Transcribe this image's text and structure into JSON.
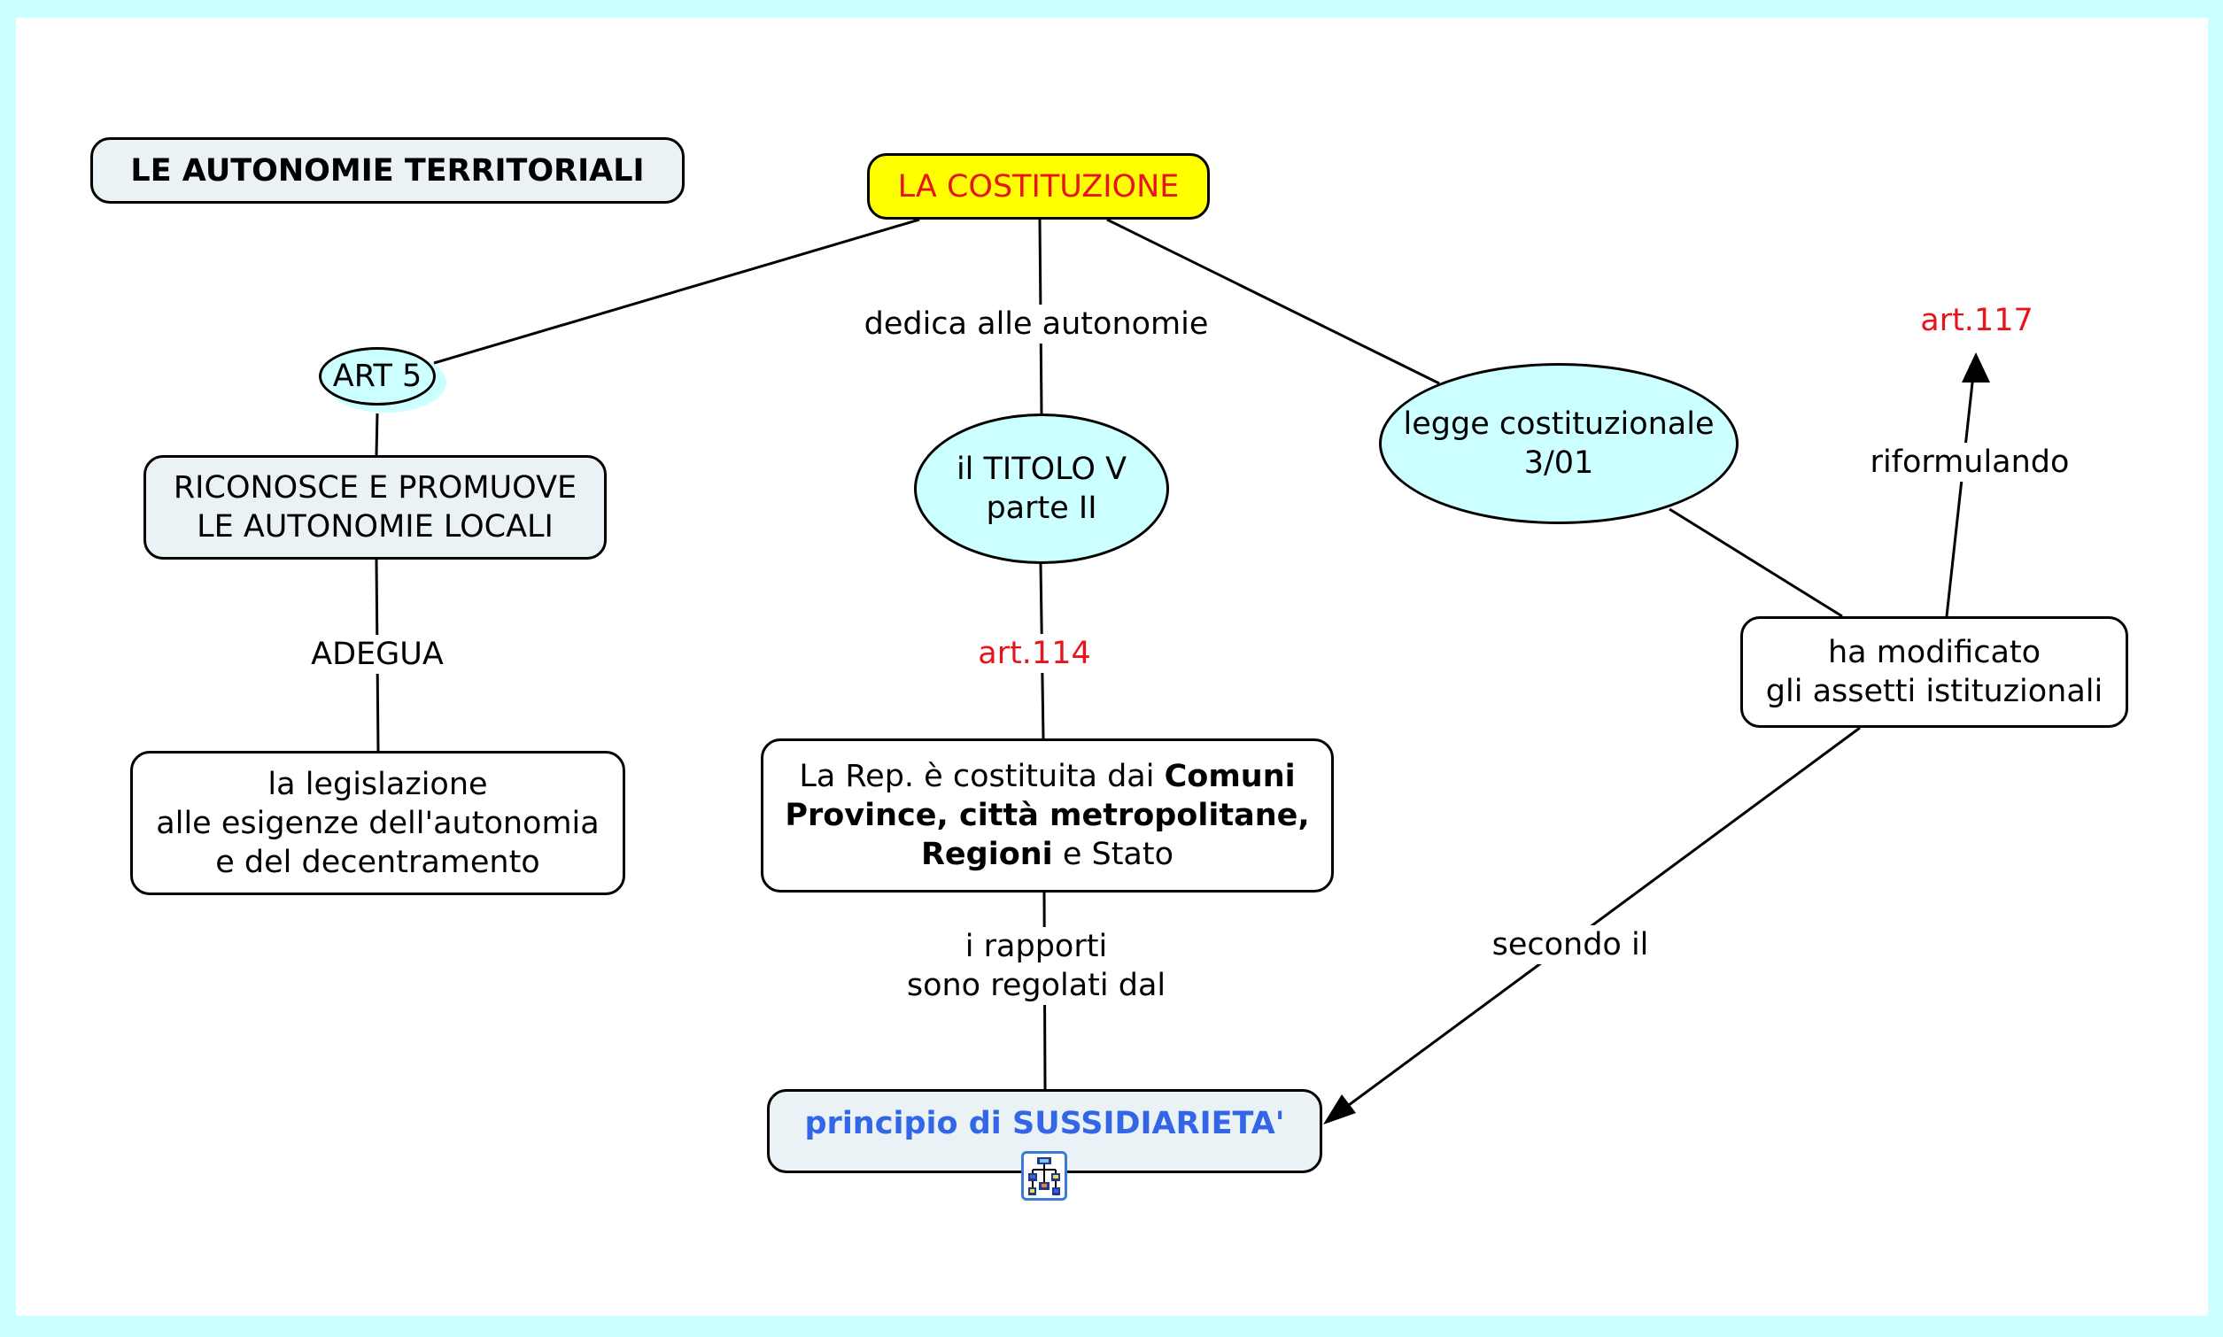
{
  "map": {
    "title": "LE AUTONOMIE TERRITORIALI",
    "colors": {
      "background_border": "#ccffff",
      "root_fill": "#ffff00",
      "root_text": "#e8141c",
      "ellipse_fill": "#ccffff",
      "highlight_text": "#e8141c",
      "sussidiarieta_text": "#3366e6",
      "box_grey_fill": "#eaf2f5"
    },
    "nodes": {
      "root": "LA COSTITUZIONE",
      "art5": "ART 5",
      "riconosce": [
        "RICONOSCE E PROMUOVE",
        "LE AUTONOMIE LOCALI"
      ],
      "legislazione": [
        "la legislazione",
        "alle esigenze dell'autonomia",
        "e del decentramento"
      ],
      "titolo": [
        "il TITOLO V",
        "parte II"
      ],
      "repubblica": {
        "line1_plain": "La Rep. è costituita dai ",
        "line1_bold": "Comuni",
        "line2_bold": "Province, città metropolitane,",
        "line3_bold": "Regioni",
        "line3_plain": " e Stato"
      },
      "sussidiarieta": "principio di SUSSIDIARIETA'",
      "legge": [
        "legge costituzionale",
        "3/01"
      ],
      "modificato": [
        "ha modificato",
        "gli assetti istituzionali"
      ],
      "art117": "art.117"
    },
    "links": {
      "dedica": "dedica alle autonomie",
      "adegua": "ADEGUA",
      "art114": "art.114",
      "rapporti": [
        "i rapporti",
        "sono regolati dal"
      ],
      "riformulando": "riformulando",
      "secondo": "secondo il"
    },
    "icons": {
      "submap": "concept-map-icon"
    }
  }
}
